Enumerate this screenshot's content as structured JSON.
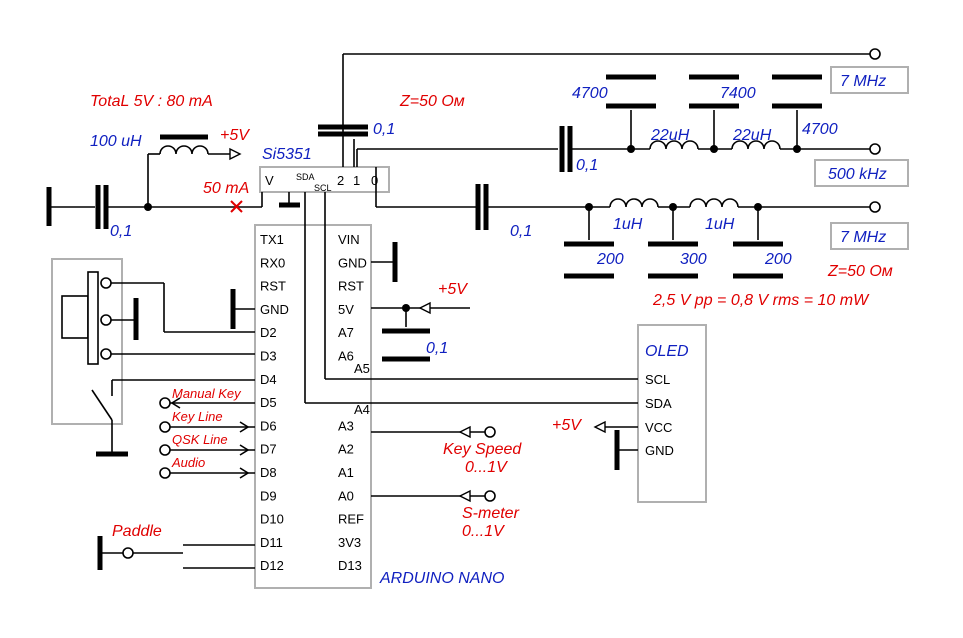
{
  "title": "",
  "notes": {
    "total": "TotaL 5V : 80 mA",
    "z_top": "Z=50 Ом",
    "z_right": "Z=50 Ом",
    "power_out": "2,5 V pp = 0,8 V rms = 10 mW",
    "current": "50 mA",
    "plus5_top": "+5V",
    "plus5_mid": "+5V",
    "plus5_oled": "+5V",
    "key_speed": "Key Speed",
    "key_speed_range": "0...1V",
    "smeter": "S-meter",
    "smeter_range": "0...1V",
    "paddle": "Paddle",
    "manual_key": "Manual Key",
    "key_line": "Key Line",
    "qsk_line": "QSK Line",
    "audio": "Audio"
  },
  "components": {
    "inductor_main": "100 uH",
    "cap_in": "0,1",
    "cap_clk2": "0,1",
    "cap_clk1": "0,1",
    "cap_clk0": "0,1",
    "cap_5v": "0,1",
    "lpf_top": [
      "4700",
      "7400",
      "4700"
    ],
    "lpf_top_l": [
      "22uH",
      "22uH"
    ],
    "lpf_bot": [
      "200",
      "300",
      "200"
    ],
    "lpf_bot_l": [
      "1uH",
      "1uH"
    ]
  },
  "chips": {
    "si": {
      "name": "Si5351",
      "v": "V",
      "sda": "SDA",
      "scl": "SCL",
      "c2": "2",
      "c1": "1",
      "c0": "0"
    },
    "arduino": {
      "name": "ARDUINO  NANO",
      "left": [
        "TX1",
        "RX0",
        "RST",
        "GND",
        "D2",
        "D3",
        "D4",
        "D5",
        "D6",
        "D7",
        "D8",
        "D9",
        "D10",
        "D11",
        "D12"
      ],
      "right": [
        "VIN",
        "GND",
        "RST",
        "5V",
        "A7",
        "A6",
        "",
        "",
        "A3",
        "A2",
        "A1",
        "A0",
        "REF",
        "3V3",
        "D13"
      ],
      "a5": "A5",
      "a4": "A4"
    },
    "oled": {
      "name": "OLED",
      "pins": [
        "SCL",
        "SDA",
        "VCC",
        "GND"
      ]
    }
  },
  "outputs": [
    "7 MHz",
    "500 kHz",
    "7 MHz"
  ]
}
